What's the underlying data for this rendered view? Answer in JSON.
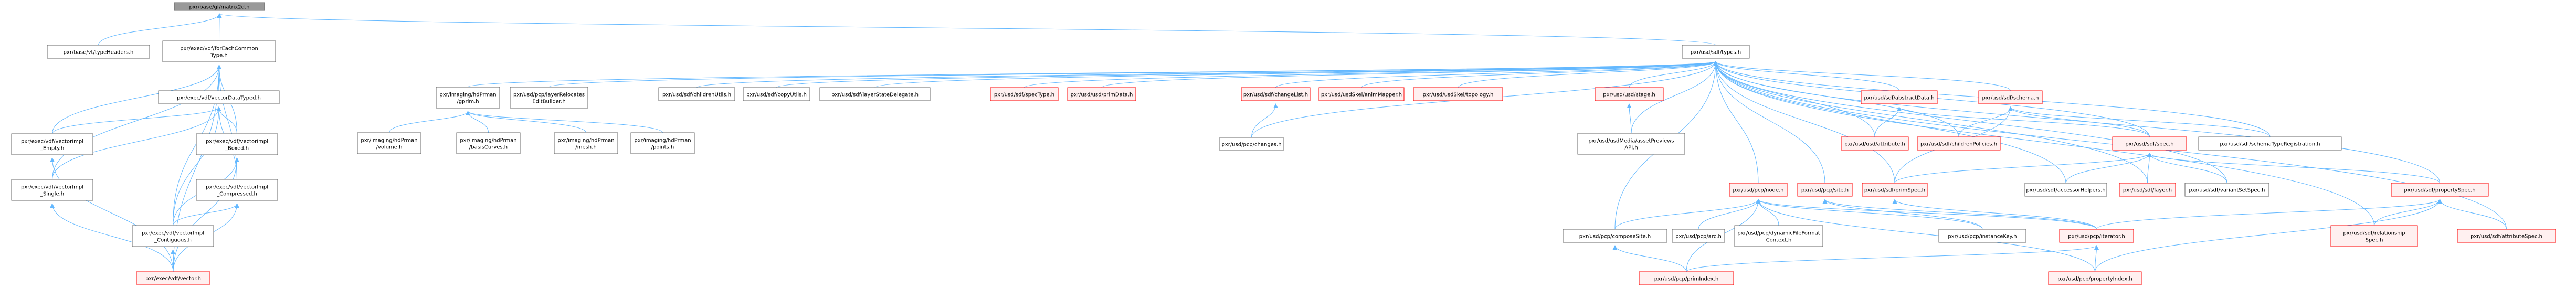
{
  "diagram": {
    "type": "include-dependency-graph",
    "root": "n_root",
    "colors": {
      "edge": "#63b8ff",
      "root_fill": "#999999",
      "root_border": "#666666",
      "normal_fill": "#ffffff",
      "normal_border": "#666666",
      "truncated_fill": "#fff0f0",
      "truncated_border": "#ff0000"
    },
    "nodes": [
      {
        "id": "n_root",
        "lines": [
          "pxr/base/gf/matrix2d.h"
        ],
        "style": "root"
      },
      {
        "id": "n_typeHeaders",
        "lines": [
          "pxr/base/vt/typeHeaders.h"
        ],
        "style": "normal"
      },
      {
        "id": "n_forEach",
        "lines": [
          "pxr/exec/vdf/forEachCommon",
          "Type.h"
        ],
        "style": "normal"
      },
      {
        "id": "n_vectorDataTyped",
        "lines": [
          "pxr/exec/vdf/vectorDataTyped.h"
        ],
        "style": "normal"
      },
      {
        "id": "n_implEmpty",
        "lines": [
          "pxr/exec/vdf/vectorImpl",
          "_Empty.h"
        ],
        "style": "normal"
      },
      {
        "id": "n_implBoxed",
        "lines": [
          "pxr/exec/vdf/vectorImpl",
          "_Boxed.h"
        ],
        "style": "normal"
      },
      {
        "id": "n_implSingle",
        "lines": [
          "pxr/exec/vdf/vectorImpl",
          "_Single.h"
        ],
        "style": "normal"
      },
      {
        "id": "n_implCompressed",
        "lines": [
          "pxr/exec/vdf/vectorImpl",
          "_Compressed.h"
        ],
        "style": "normal"
      },
      {
        "id": "n_implContiguous",
        "lines": [
          "pxr/exec/vdf/vectorImpl",
          "_Contiguous.h"
        ],
        "style": "normal"
      },
      {
        "id": "n_vector",
        "lines": [
          "pxr/exec/vdf/vector.h"
        ],
        "style": "truncated"
      },
      {
        "id": "n_types",
        "lines": [
          "pxr/usd/sdf/types.h"
        ],
        "style": "normal"
      },
      {
        "id": "n_gprim",
        "lines": [
          "pxr/imaging/hdPrman",
          "/gprim.h"
        ],
        "style": "normal"
      },
      {
        "id": "n_volume",
        "lines": [
          "pxr/imaging/hdPrman",
          "/volume.h"
        ],
        "style": "normal"
      },
      {
        "id": "n_basisCurves",
        "lines": [
          "pxr/imaging/hdPrman",
          "/basisCurves.h"
        ],
        "style": "normal"
      },
      {
        "id": "n_mesh",
        "lines": [
          "pxr/imaging/hdPrman",
          "/mesh.h"
        ],
        "style": "normal"
      },
      {
        "id": "n_points",
        "lines": [
          "pxr/imaging/hdPrman",
          "/points.h"
        ],
        "style": "normal"
      },
      {
        "id": "n_layerRelocates",
        "lines": [
          "pxr/usd/pcp/layerRelocates",
          "EditBuilder.h"
        ],
        "style": "normal"
      },
      {
        "id": "n_childrenUtils",
        "lines": [
          "pxr/usd/sdf/childrenUtils.h"
        ],
        "style": "normal"
      },
      {
        "id": "n_copyUtils",
        "lines": [
          "pxr/usd/sdf/copyUtils.h"
        ],
        "style": "normal"
      },
      {
        "id": "n_layerStateDelegate",
        "lines": [
          "pxr/usd/sdf/layerStateDelegate.h"
        ],
        "style": "normal"
      },
      {
        "id": "n_specType",
        "lines": [
          "pxr/usd/sdf/specType.h"
        ],
        "style": "truncated"
      },
      {
        "id": "n_primData",
        "lines": [
          "pxr/usd/usd/primData.h"
        ],
        "style": "truncated"
      },
      {
        "id": "n_changeList",
        "lines": [
          "pxr/usd/sdf/changeList.h"
        ],
        "style": "truncated"
      },
      {
        "id": "n_changes",
        "lines": [
          "pxr/usd/pcp/changes.h"
        ],
        "style": "normal"
      },
      {
        "id": "n_animMapper",
        "lines": [
          "pxr/usd/usdSkel/animMapper.h"
        ],
        "style": "truncated"
      },
      {
        "id": "n_topology",
        "lines": [
          "pxr/usd/usdSkel/topology.h"
        ],
        "style": "truncated"
      },
      {
        "id": "n_stage",
        "lines": [
          "pxr/usd/usd/stage.h"
        ],
        "style": "truncated"
      },
      {
        "id": "n_assetPreviews",
        "lines": [
          "pxr/usd/usdMedia/assetPreviews",
          "API.h"
        ],
        "style": "normal"
      },
      {
        "id": "n_abstractData",
        "lines": [
          "pxr/usd/sdf/abstractData.h"
        ],
        "style": "truncated"
      },
      {
        "id": "n_schema",
        "lines": [
          "pxr/usd/sdf/schema.h"
        ],
        "style": "truncated"
      },
      {
        "id": "n_attribute",
        "lines": [
          "pxr/usd/usd/attribute.h"
        ],
        "style": "truncated"
      },
      {
        "id": "n_childrenPolicies",
        "lines": [
          "pxr/usd/sdf/childrenPolicies.h"
        ],
        "style": "truncated"
      },
      {
        "id": "n_spec",
        "lines": [
          "pxr/usd/sdf/spec.h"
        ],
        "style": "truncated"
      },
      {
        "id": "n_schemaTypeReg",
        "lines": [
          "pxr/usd/sdf/schemaTypeRegistration.h"
        ],
        "style": "normal"
      },
      {
        "id": "n_node",
        "lines": [
          "pxr/usd/pcp/node.h"
        ],
        "style": "truncated"
      },
      {
        "id": "n_site",
        "lines": [
          "pxr/usd/pcp/site.h"
        ],
        "style": "truncated"
      },
      {
        "id": "n_primSpec",
        "lines": [
          "pxr/usd/sdf/primSpec.h"
        ],
        "style": "truncated"
      },
      {
        "id": "n_accessorHelpers",
        "lines": [
          "pxr/usd/sdf/accessorHelpers.h"
        ],
        "style": "normal"
      },
      {
        "id": "n_layer",
        "lines": [
          "pxr/usd/sdf/layer.h"
        ],
        "style": "truncated"
      },
      {
        "id": "n_variantSetSpec",
        "lines": [
          "pxr/usd/sdf/variantSetSpec.h"
        ],
        "style": "normal"
      },
      {
        "id": "n_propertySpec",
        "lines": [
          "pxr/usd/sdf/propertySpec.h"
        ],
        "style": "truncated"
      },
      {
        "id": "n_relationshipSpec",
        "lines": [
          "pxr/usd/sdf/relationship",
          "Spec.h"
        ],
        "style": "truncated"
      },
      {
        "id": "n_attributeSpec",
        "lines": [
          "pxr/usd/sdf/attributeSpec.h"
        ],
        "style": "truncated"
      },
      {
        "id": "n_composeSite",
        "lines": [
          "pxr/usd/pcp/composeSite.h"
        ],
        "style": "normal"
      },
      {
        "id": "n_arc",
        "lines": [
          "pxr/usd/pcp/arc.h"
        ],
        "style": "normal"
      },
      {
        "id": "n_dynFileFormat",
        "lines": [
          "pxr/usd/pcp/dynamicFileFormat",
          "Context.h"
        ],
        "style": "normal"
      },
      {
        "id": "n_instanceKey",
        "lines": [
          "pxr/usd/pcp/instanceKey.h"
        ],
        "style": "normal"
      },
      {
        "id": "n_iterator",
        "lines": [
          "pxr/usd/pcp/iterator.h"
        ],
        "style": "truncated"
      },
      {
        "id": "n_primIndex",
        "lines": [
          "pxr/usd/pcp/primIndex.h"
        ],
        "style": "truncated"
      },
      {
        "id": "n_propertyIndex",
        "lines": [
          "pxr/usd/pcp/propertyIndex.h"
        ],
        "style": "truncated"
      }
    ],
    "edges": [
      [
        "n_typeHeaders",
        "n_root"
      ],
      [
        "n_forEach",
        "n_root"
      ],
      [
        "n_types",
        "n_root"
      ],
      [
        "n_vectorDataTyped",
        "n_forEach"
      ],
      [
        "n_implEmpty",
        "n_forEach"
      ],
      [
        "n_implSingle",
        "n_forEach"
      ],
      [
        "n_implBoxed",
        "n_forEach"
      ],
      [
        "n_implCompressed",
        "n_forEach"
      ],
      [
        "n_implContiguous",
        "n_forEach"
      ],
      [
        "n_vector",
        "n_forEach"
      ],
      [
        "n_implEmpty",
        "n_vectorDataTyped"
      ],
      [
        "n_implSingle",
        "n_vectorDataTyped"
      ],
      [
        "n_implBoxed",
        "n_vectorDataTyped"
      ],
      [
        "n_implCompressed",
        "n_vectorDataTyped"
      ],
      [
        "n_implContiguous",
        "n_vectorDataTyped"
      ],
      [
        "n_implSingle",
        "n_implEmpty"
      ],
      [
        "n_vector",
        "n_implEmpty"
      ],
      [
        "n_implCompressed",
        "n_implBoxed"
      ],
      [
        "n_implContiguous",
        "n_implBoxed"
      ],
      [
        "n_vector",
        "n_implBoxed"
      ],
      [
        "n_vector",
        "n_implSingle"
      ],
      [
        "n_implContiguous",
        "n_implCompressed"
      ],
      [
        "n_vector",
        "n_implCompressed"
      ],
      [
        "n_vector",
        "n_implContiguous"
      ],
      [
        "n_gprim",
        "n_types"
      ],
      [
        "n_layerRelocates",
        "n_types"
      ],
      [
        "n_childrenUtils",
        "n_types"
      ],
      [
        "n_copyUtils",
        "n_types"
      ],
      [
        "n_layerStateDelegate",
        "n_types"
      ],
      [
        "n_specType",
        "n_types"
      ],
      [
        "n_primData",
        "n_types"
      ],
      [
        "n_changeList",
        "n_types"
      ],
      [
        "n_changes",
        "n_types"
      ],
      [
        "n_animMapper",
        "n_types"
      ],
      [
        "n_topology",
        "n_types"
      ],
      [
        "n_stage",
        "n_types"
      ],
      [
        "n_assetPreviews",
        "n_types"
      ],
      [
        "n_abstractData",
        "n_types"
      ],
      [
        "n_schema",
        "n_types"
      ],
      [
        "n_attribute",
        "n_types"
      ],
      [
        "n_childrenPolicies",
        "n_types"
      ],
      [
        "n_spec",
        "n_types"
      ],
      [
        "n_schemaTypeReg",
        "n_types"
      ],
      [
        "n_node",
        "n_types"
      ],
      [
        "n_site",
        "n_types"
      ],
      [
        "n_primSpec",
        "n_types"
      ],
      [
        "n_accessorHelpers",
        "n_types"
      ],
      [
        "n_layer",
        "n_types"
      ],
      [
        "n_variantSetSpec",
        "n_types"
      ],
      [
        "n_propertySpec",
        "n_types"
      ],
      [
        "n_relationshipSpec",
        "n_types"
      ],
      [
        "n_attributeSpec",
        "n_types"
      ],
      [
        "n_composeSite",
        "n_types"
      ],
      [
        "n_volume",
        "n_gprim"
      ],
      [
        "n_basisCurves",
        "n_gprim"
      ],
      [
        "n_mesh",
        "n_gprim"
      ],
      [
        "n_points",
        "n_gprim"
      ],
      [
        "n_changes",
        "n_changeList"
      ],
      [
        "n_assetPreviews",
        "n_stage"
      ],
      [
        "n_attribute",
        "n_abstractData"
      ],
      [
        "n_spec",
        "n_abstractData"
      ],
      [
        "n_childrenPolicies",
        "n_schema"
      ],
      [
        "n_spec",
        "n_schema"
      ],
      [
        "n_schemaTypeReg",
        "n_schema"
      ],
      [
        "n_primSpec",
        "n_schema"
      ],
      [
        "n_primSpec",
        "n_spec"
      ],
      [
        "n_accessorHelpers",
        "n_spec"
      ],
      [
        "n_layer",
        "n_spec"
      ],
      [
        "n_variantSetSpec",
        "n_spec"
      ],
      [
        "n_propertySpec",
        "n_spec"
      ],
      [
        "n_composeSite",
        "n_node"
      ],
      [
        "n_arc",
        "n_node"
      ],
      [
        "n_dynFileFormat",
        "n_node"
      ],
      [
        "n_instanceKey",
        "n_node"
      ],
      [
        "n_iterator",
        "n_node"
      ],
      [
        "n_primIndex",
        "n_node"
      ],
      [
        "n_propertyIndex",
        "n_node"
      ],
      [
        "n_instanceKey",
        "n_site"
      ],
      [
        "n_iterator",
        "n_site"
      ],
      [
        "n_iterator",
        "n_primSpec"
      ],
      [
        "n_relationshipSpec",
        "n_propertySpec"
      ],
      [
        "n_attributeSpec",
        "n_propertySpec"
      ],
      [
        "n_iterator",
        "n_propertySpec"
      ],
      [
        "n_propertyIndex",
        "n_propertySpec"
      ],
      [
        "n_primIndex",
        "n_composeSite"
      ],
      [
        "n_propertyIndex",
        "n_iterator"
      ],
      [
        "n_primIndex",
        "n_iterator"
      ]
    ]
  }
}
